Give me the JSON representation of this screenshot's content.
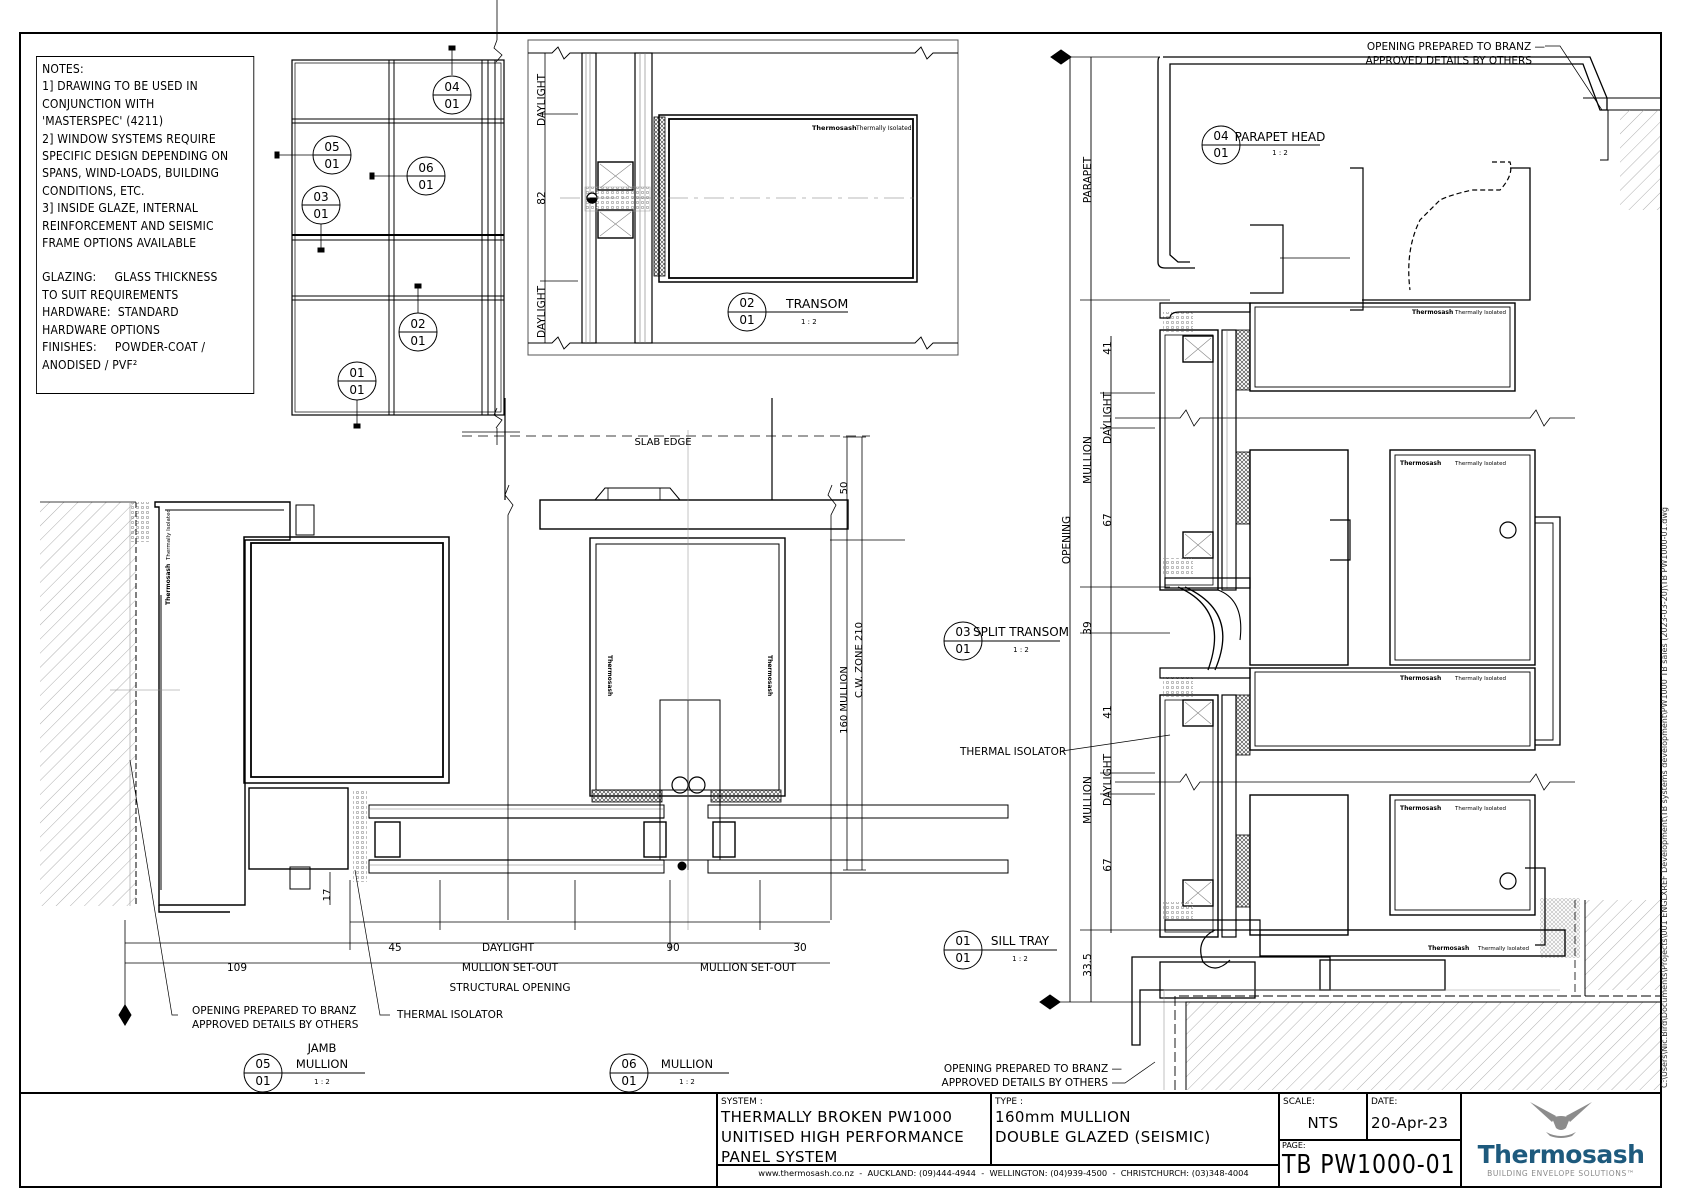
{
  "notes": {
    "title": "NOTES:",
    "lines": [
      "1] DRAWING TO BE USED IN",
      "CONJUNCTION WITH",
      "'MASTERSPEC' (4211)",
      "2] WINDOW SYSTEMS REQUIRE",
      "SPECIFIC DESIGN DEPENDING ON",
      "SPANS, WIND-LOADS, BUILDING",
      "CONDITIONS, ETC.",
      "3] INSIDE GLAZE, INTERNAL",
      "REINFORCEMENT AND SEISMIC",
      "FRAME OPTIONS AVAILABLE",
      "",
      "GLAZING:     GLASS THICKNESS",
      "TO SUIT REQUIREMENTS",
      "HARDWARE:  STANDARD",
      "HARDWARE OPTIONS",
      "FINISHES:     POWDER-COAT /",
      "ANODISED / PVF²"
    ]
  },
  "elevation_key": {
    "callouts": [
      {
        "num": "04",
        "sheet": "01"
      },
      {
        "num": "05",
        "sheet": "01"
      },
      {
        "num": "06",
        "sheet": "01"
      },
      {
        "num": "03",
        "sheet": "01"
      },
      {
        "num": "02",
        "sheet": "01"
      },
      {
        "num": "01",
        "sheet": "01"
      }
    ]
  },
  "details": {
    "transom": {
      "num": "02",
      "sheet": "01",
      "title": "TRANSOM",
      "scale": "1 : 2",
      "dim": "82",
      "daylight_top": "DAYLIGHT",
      "daylight_bottom": "DAYLIGHT"
    },
    "jamb_mullion": {
      "num": "05",
      "sheet": "01",
      "title_line1": "JAMB",
      "title_line2": "MULLION",
      "scale": "1 : 2"
    },
    "mullion": {
      "num": "06",
      "sheet": "01",
      "title": "MULLION",
      "scale": "1 : 2"
    },
    "parapet_head": {
      "num": "04",
      "sheet": "01",
      "title": "PARAPET HEAD",
      "scale": "1 : 2"
    },
    "split_transom": {
      "num": "03",
      "sheet": "01",
      "title": "SPLIT TRANSOM",
      "scale": "1 : 2"
    },
    "sill_tray": {
      "num": "01",
      "sheet": "01",
      "title": "SILL TRAY",
      "scale": "1 : 2"
    }
  },
  "plan_dims": {
    "slab_edge": "SLAB EDGE",
    "dim_50": "50",
    "dim_160": "160 MULLION",
    "cw_zone": "C.W. ZONE 210",
    "dim_17": "17",
    "dim_45": "45",
    "daylight": "DAYLIGHT",
    "dim_90": "90",
    "dim_30": "30",
    "dim_109": "109",
    "mullion_setout_1": "MULLION SET-OUT",
    "mullion_setout_2": "MULLION SET-OUT",
    "structural_opening": "STRUCTURAL OPENING",
    "note_opening_line1": "OPENING PREPARED TO BRANZ",
    "note_opening_line2": "APPROVED DETAILS BY OTHERS",
    "thermal_isolator": "THERMAL ISOLATOR"
  },
  "section_dims": {
    "parapet": "PARAPET",
    "opening": "OPENING",
    "mullion_1": "MULLION",
    "mullion_2": "MULLION",
    "daylight_1": "DAYLIGHT",
    "daylight_2": "DAYLIGHT",
    "dim_41a": "41",
    "dim_67a": "67",
    "dim_39": "39",
    "dim_41b": "41",
    "dim_67b": "67",
    "dim_335": "33.5",
    "thermal_isolator": "THERMAL ISOLATOR",
    "top_note_line1": "OPENING PREPARED TO BRANZ —",
    "top_note_line2": "APPROVED DETAILS BY OTHERS",
    "bottom_note_line1": "OPENING PREPARED TO BRANZ —",
    "bottom_note_line2": "APPROVED DETAILS BY OTHERS"
  },
  "profile_marks": {
    "brand": "Thermosash",
    "tag": "Thermally Isolated"
  },
  "title_block": {
    "system_label": "SYSTEM :",
    "system_lines": [
      "THERMALLY BROKEN PW1000",
      "UNITISED HIGH PERFORMANCE",
      "PANEL SYSTEM"
    ],
    "type_label": "TYPE :",
    "type_lines": [
      "160mm MULLION",
      "DOUBLE GLAZED (SEISMIC)"
    ],
    "scale_label": "SCALE:",
    "scale_value": "NTS",
    "date_label": "DATE:",
    "date_value": "20-Apr-23",
    "page_label": "PAGE:",
    "page_value": "TB PW1000-01",
    "contact_line": "www.thermosash.co.nz  -  AUCKLAND: (09)444-4944  -  WELLINGTON: (04)939-4500  -  CHRISTCHURCH: (03)348-4004",
    "logo_name": "Thermosash",
    "logo_tagline": "BUILDING ENVELOPE SOLUTIONS™",
    "logo_color": "#1e5a7d",
    "logo_mark_color": "#8c8c8c"
  },
  "file_path": "C:\\Users\\Nic.Bird\\Documents\\Projects\\001 ENGLXREF Development\\TB systems development\\PW1000 TB sales (2023-03-20)\\TB PW1000-01.dwg"
}
